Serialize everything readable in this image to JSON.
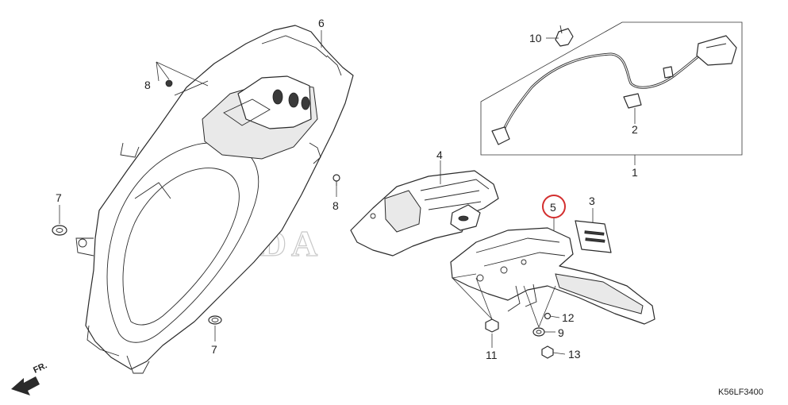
{
  "diagram": {
    "watermark": "HONDA",
    "figure_code": "K56LF3400",
    "front_indicator": "FR.",
    "highlight_color": "#d32f2f",
    "callouts": {
      "c1": "1",
      "c2": "2",
      "c3": "3",
      "c4": "4",
      "c5": "5",
      "c6": "6",
      "c7a": "7",
      "c7b": "7",
      "c8a": "8",
      "c8b": "8",
      "c9": "9",
      "c10": "10",
      "c11": "11",
      "c12": "12",
      "c13": "13"
    }
  }
}
